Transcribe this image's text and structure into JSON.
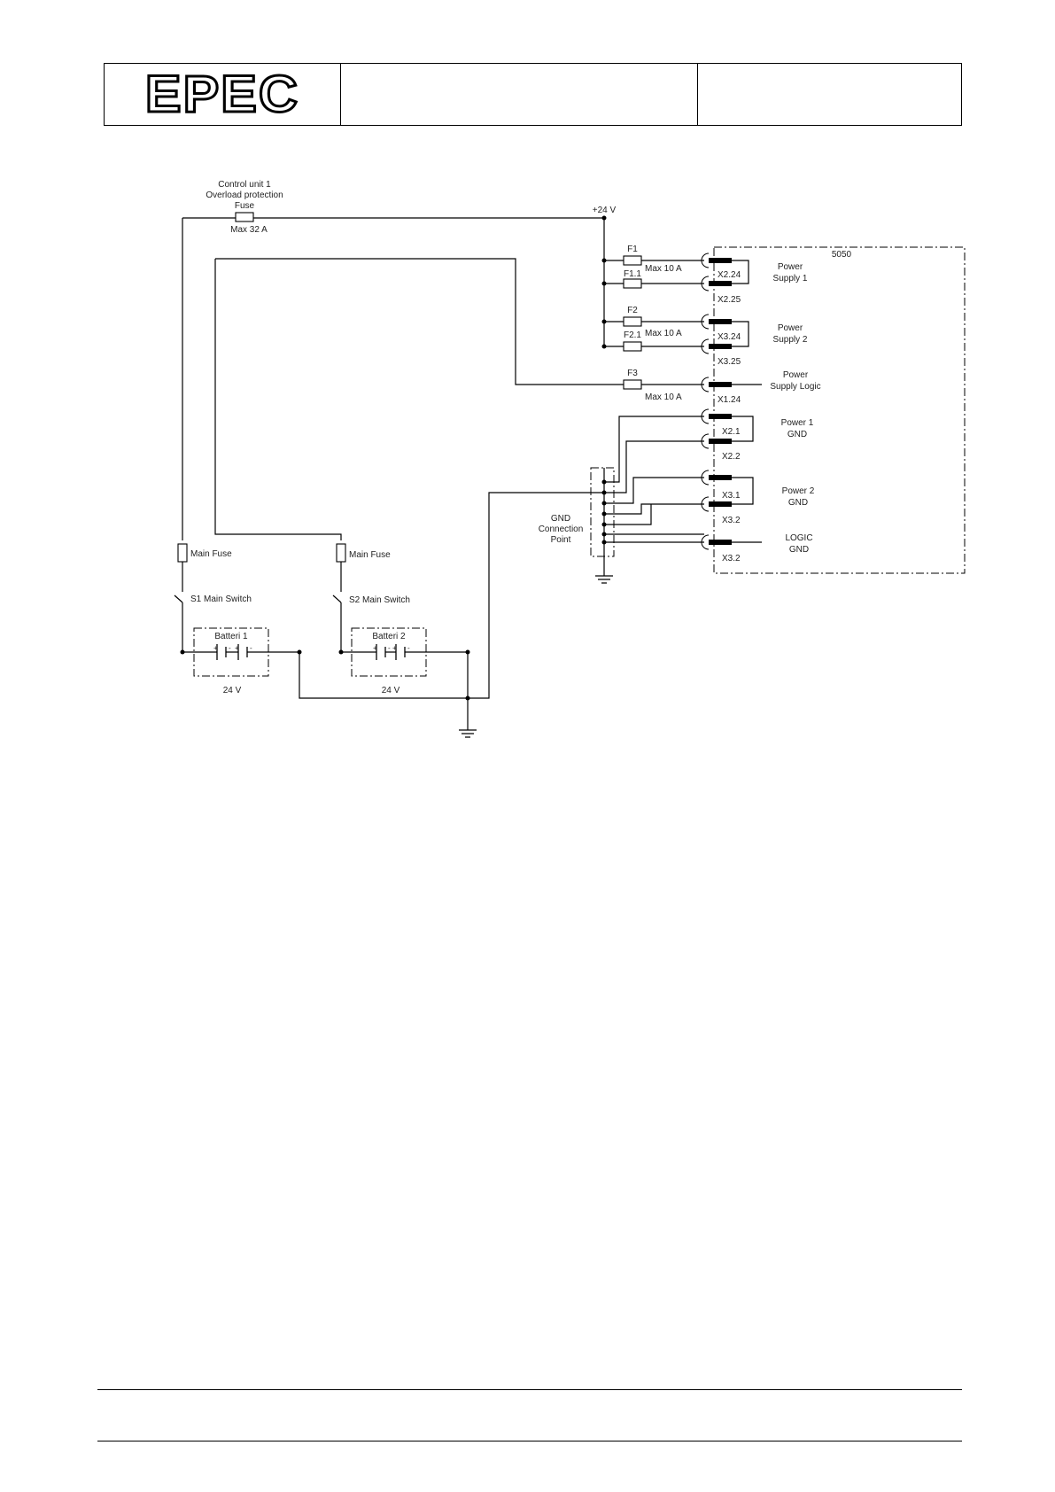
{
  "header": {
    "logo": "EPEC"
  },
  "diagram": {
    "control_unit_lines": [
      "Control unit 1",
      "Overload protection",
      "Fuse"
    ],
    "max_32": "Max 32 A",
    "plus24": "+24 V",
    "f1": "F1",
    "f11": "F1.1",
    "f2": "F2",
    "f21": "F2.1",
    "f3": "F3",
    "max10": "Max 10 A",
    "x224": "X2.24",
    "x225": "X2.25",
    "x324": "X3.24",
    "x325": "X3.25",
    "x124": "X1.24",
    "x21": "X2.1",
    "x22": "X2.2",
    "x31": "X3.1",
    "x32": "X3.2",
    "unit": "5050",
    "ps1": [
      "Power",
      "Supply  1"
    ],
    "ps2": [
      "Power",
      "Supply  2"
    ],
    "psl": [
      "Power",
      "Supply Logic"
    ],
    "p1gnd": [
      "Power 1",
      "GND"
    ],
    "p2gnd": [
      "Power 2",
      "GND"
    ],
    "lgnd": [
      "LOGIC",
      "GND"
    ],
    "gnd_point": [
      "GND",
      "Connection",
      "Point"
    ],
    "main_fuse": "Main Fuse",
    "s1": "S1 Main Switch",
    "s2": "S2 Main Switch",
    "batteri1": "Batteri 1",
    "batteri2": "Batteri 2",
    "v24": "24 V",
    "plus": "+",
    "minus": "-"
  }
}
